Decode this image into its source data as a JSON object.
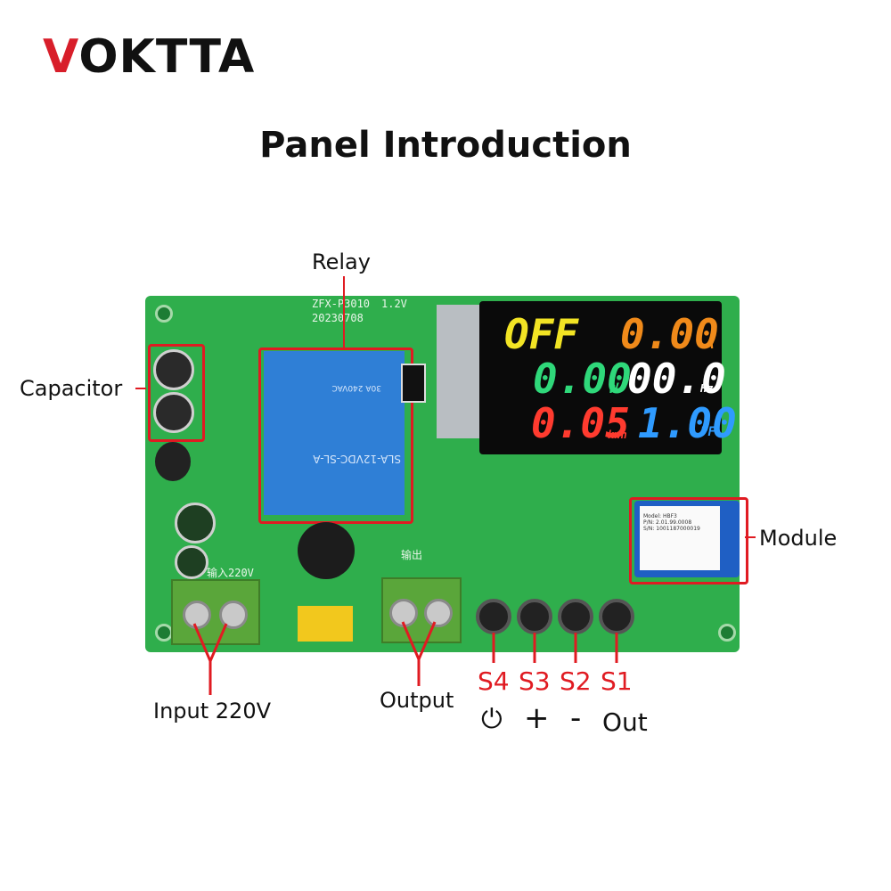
{
  "brand": {
    "logo_mark": "V",
    "logo_rest": "OKTTA"
  },
  "title": "Panel Introduction",
  "callouts": {
    "relay": "Relay",
    "capacitor": "Capacitor",
    "module": "Module",
    "input": "Input 220V",
    "output": "Output"
  },
  "board_silkscreen": {
    "model": "ZFX-P3010",
    "version": "1.2V",
    "date": "20230708",
    "input_label": "输入220V",
    "output_label": "输出"
  },
  "display": {
    "status": "OFF",
    "current_value": "0.00",
    "current_unit": "A",
    "power_value": "0.00",
    "power_unit": "W",
    "frequency_value": "00.0",
    "frequency_unit": "Hz",
    "energy_value": "0.05",
    "energy_unit": "kwh",
    "pf_value": "1.00",
    "pf_unit": "PF",
    "colors": {
      "status": "#f2e424",
      "current": "#f08a1a",
      "power": "#2fd87a",
      "frequency": "#ffffff",
      "energy": "#ff3b2f",
      "pf": "#2f9bff"
    }
  },
  "relay_text": [
    "SLA-12VDC-SL-A",
    "30A 240VAC"
  ],
  "module_tag": {
    "model": "Model: HBF3",
    "pn": "P/N: 2.01.99.0008",
    "sn": "S/N: 1001187000019"
  },
  "buttons": [
    {
      "id": "S4",
      "function": "⏻"
    },
    {
      "id": "S3",
      "function": "+"
    },
    {
      "id": "S2",
      "function": "-"
    },
    {
      "id": "S1",
      "function": "Out"
    }
  ],
  "colors": {
    "accent": "#e01b22",
    "board": "#2fae4c",
    "relay": "#2f7fd6"
  }
}
